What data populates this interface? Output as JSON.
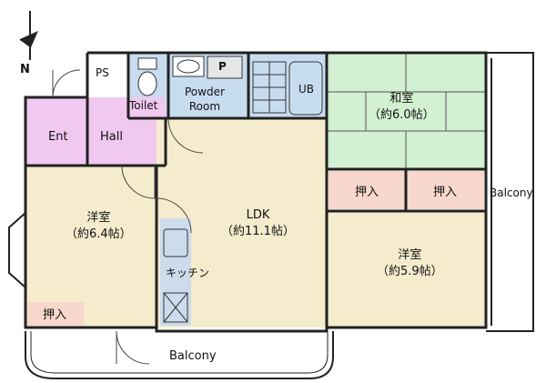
{
  "compass": {
    "label": "N"
  },
  "rooms": {
    "ps": {
      "label": "PS"
    },
    "toilet": {
      "label": "Toilet"
    },
    "powder": {
      "line1": "Powder",
      "line2": "Room"
    },
    "ub": {
      "label": "UB"
    },
    "washer": {
      "label": "P"
    },
    "washitsu": {
      "line1": "和室",
      "line2": "（約6.0帖）"
    },
    "ent": {
      "label": "Ent"
    },
    "hall": {
      "label": "Hall"
    },
    "youshitsu_left": {
      "line1": "洋室",
      "line2": "（約6.4帖）"
    },
    "ldk": {
      "line1": "LDK",
      "line2": "（約11.1帖）"
    },
    "kitchen": {
      "label": "キッチン"
    },
    "youshitsu_right": {
      "line1": "洋室",
      "line2": "（約5.9帖）"
    },
    "closet_1": {
      "label": "押入"
    },
    "closet_2": {
      "label": "押入"
    },
    "closet_3": {
      "label": "押入"
    }
  },
  "balcony": {
    "right": "Balcony",
    "bottom": "Balcony"
  },
  "colors": {
    "wall": "#222222",
    "pink": "#f0c8f0",
    "blue": "#c8dcf0",
    "green": "#d2f0d2",
    "tan": "#f5ebcd",
    "salmon": "#f8d8cc",
    "kitchen": "#ccdcec"
  }
}
